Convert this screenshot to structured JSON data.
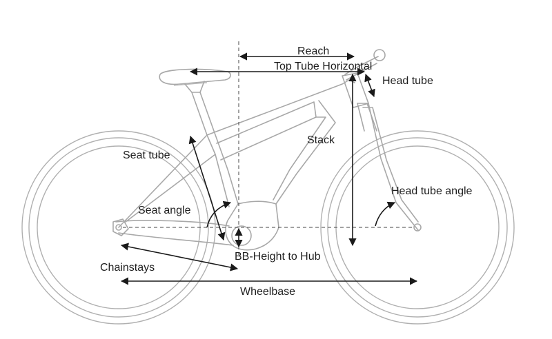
{
  "labels": {
    "reach": "Reach",
    "top_tube_horizontal": "Top Tube Horizontal",
    "head_tube": "Head tube",
    "stack": "Stack",
    "seat_tube": "Seat tube",
    "seat_angle": "Seat angle",
    "head_tube_angle": "Head tube angle",
    "bb_height_to_hub": "BB-Height to Hub",
    "chainstays": "Chainstays",
    "wheelbase": "Wheelbase"
  },
  "colors": {
    "bike_outline": "#a8a8a8",
    "dimension_lines": "#1a1a1a",
    "label_text": "#1e1e1e",
    "background": "#ffffff"
  }
}
